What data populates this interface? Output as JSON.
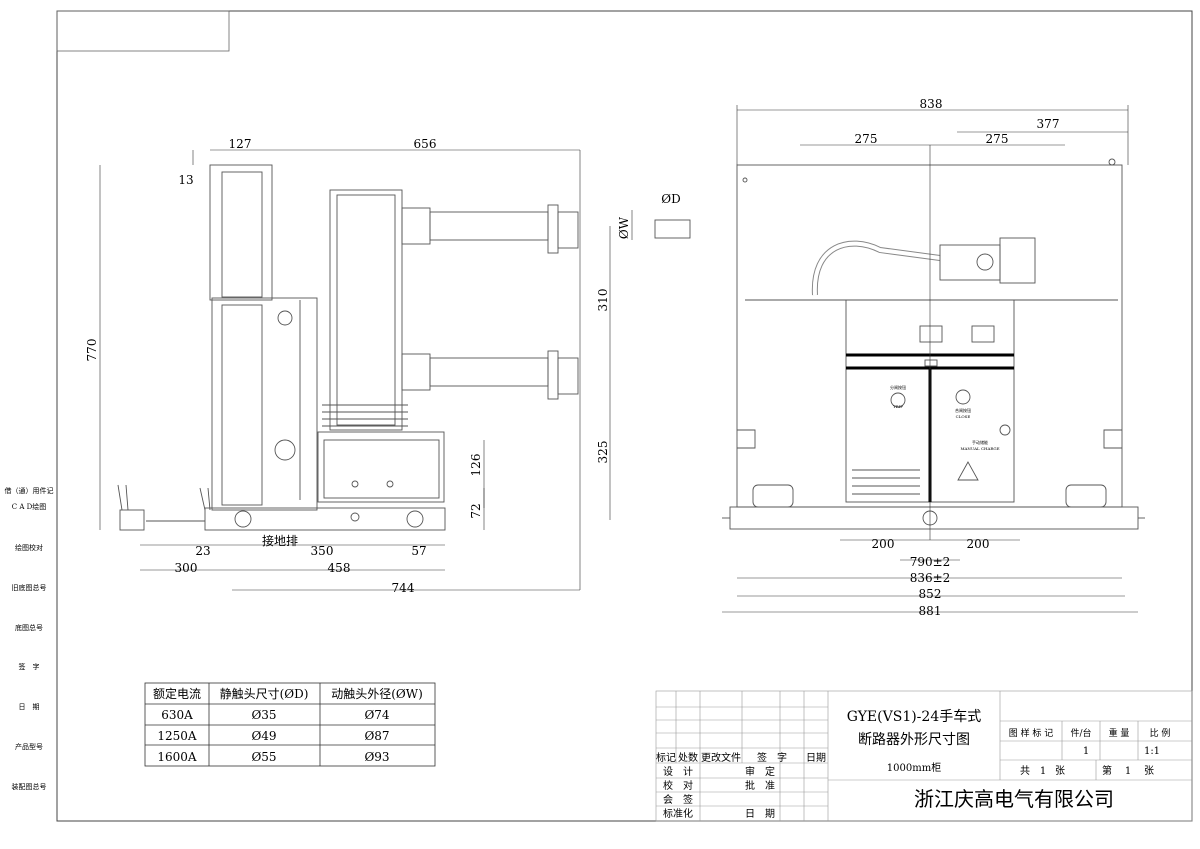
{
  "left_column": [
    "借（通）用件记",
    "C A D绘图",
    "绘图校对",
    "旧底图总号",
    "底图总号",
    "签　字",
    "日　期",
    "产品型号",
    "装配图总号"
  ],
  "left_view": {
    "dims": {
      "d127": "127",
      "d656": "656",
      "d13": "13",
      "d770": "770",
      "d310": "310",
      "d325": "325",
      "d126": "126",
      "d72": "72",
      "d23": "23",
      "d350": "350",
      "d57": "57",
      "d300": "300",
      "d458": "458",
      "d744": "744"
    },
    "ground_bar": "接地排",
    "phi_w": "ØW",
    "phi_d": "ØD"
  },
  "right_view": {
    "dims": {
      "d838": "838",
      "d377": "377",
      "d275a": "275",
      "d275b": "275",
      "d200a": "200",
      "d200b": "200",
      "d790": "790±2",
      "d836": "836±2",
      "d852": "852",
      "d881": "881"
    }
  },
  "spec_table": {
    "headers": [
      "额定电流",
      "静触头尺寸(ØD)",
      "动触头外径(ØW)"
    ],
    "rows": [
      [
        "630A",
        "Ø35",
        "Ø74"
      ],
      [
        "1250A",
        "Ø49",
        "Ø87"
      ],
      [
        "1600A",
        "Ø55",
        "Ø93"
      ]
    ]
  },
  "title_block": {
    "title_line1": "GYE(VS1)-24手车式",
    "title_line2": "断路器外形尺寸图",
    "title_line3": "1000mm柜",
    "rev_headers": [
      "标记",
      "处数",
      "更改文件",
      "签　字",
      "日期"
    ],
    "left_labels": [
      "设　计",
      "校　对",
      "会　签",
      "标准化"
    ],
    "mid_labels": [
      "审　定",
      "批　准",
      "日　期"
    ],
    "right_headers": [
      "图 样 标 记",
      "件/台",
      "重 量",
      "比 例"
    ],
    "qty": "1",
    "scale": "1:1",
    "sheets_total_label": "共",
    "sheets_total": "1",
    "sheet_unit1": "张",
    "sheet_no_label": "第",
    "sheet_no": "1",
    "sheet_unit2": "张",
    "company": "浙江庆高电气有限公司"
  },
  "panel": {
    "open_label": "分闸按钮",
    "open_en": "TRIP",
    "close_label": "合闸按钮",
    "close_en": "CLOSE",
    "manual_label": "手动储能",
    "manual_en": "MANUAL CHARGE"
  }
}
